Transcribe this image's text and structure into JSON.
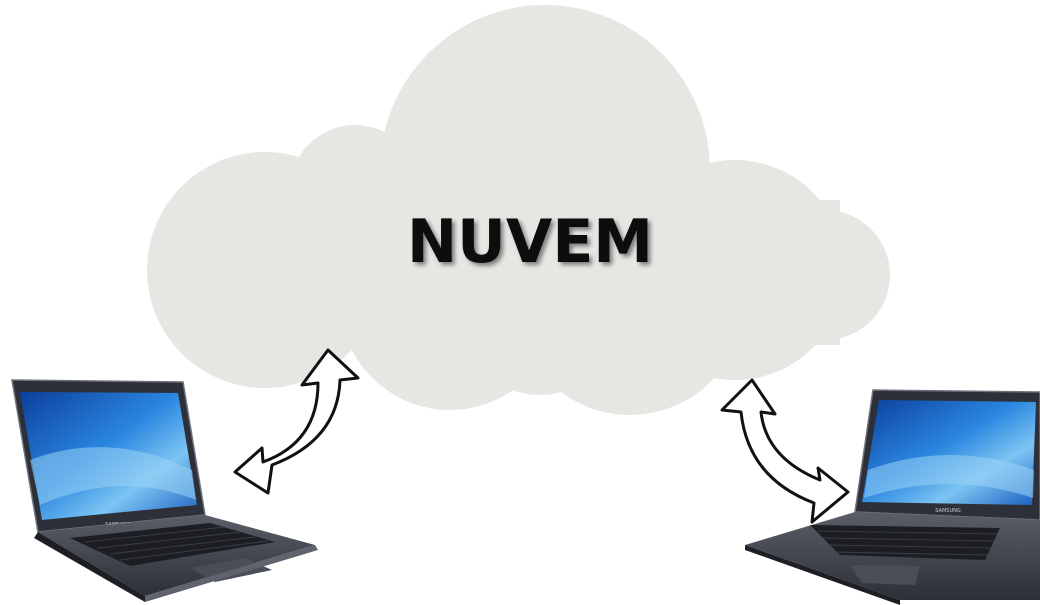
{
  "cloud": {
    "label": "NUVEM"
  },
  "laptop_left": {
    "brand": "SAMSUNG"
  },
  "laptop_right": {
    "brand": "SAMSUNG"
  },
  "colors": {
    "cloud_fill": "#e6e6e3",
    "label_fill": "#111111",
    "arrow_fill": "#ffffff",
    "arrow_stroke": "#111111",
    "laptop_body": "#3a3d45",
    "screen_blue": "#1e6fd0"
  },
  "icons": [
    "cloud-icon",
    "sync-arrow-icon",
    "laptop-icon"
  ]
}
